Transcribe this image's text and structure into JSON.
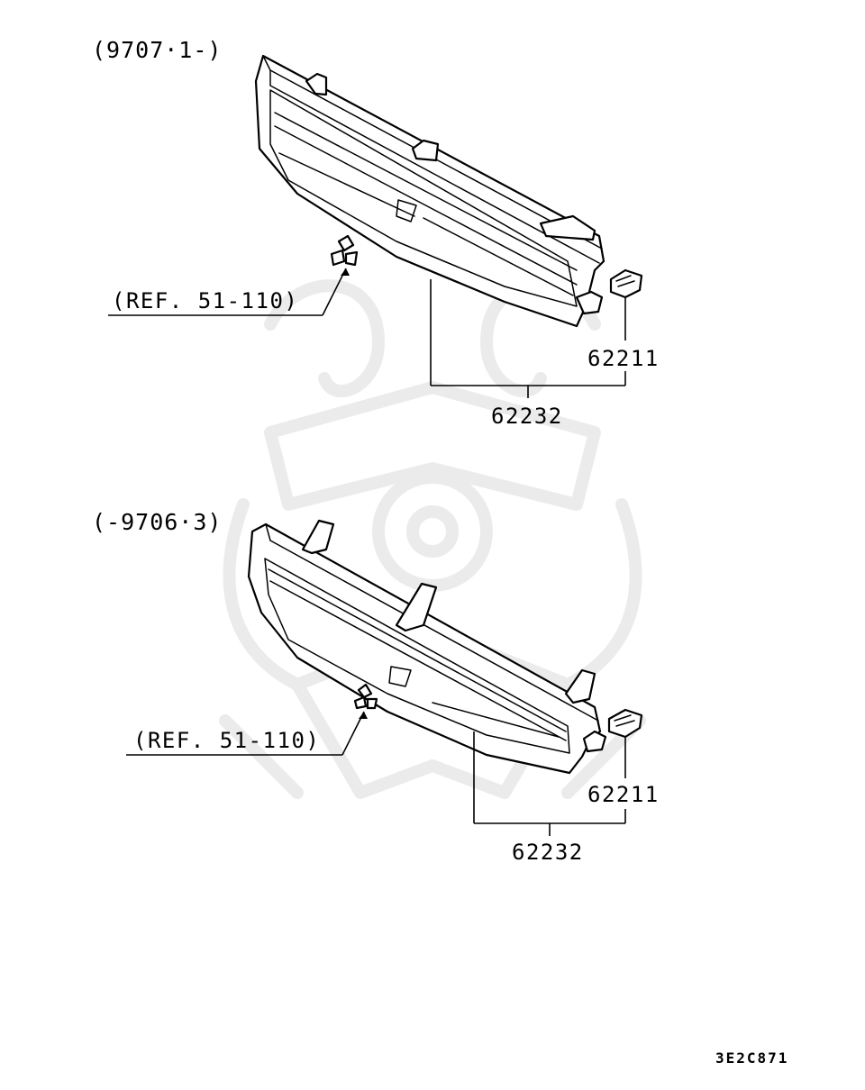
{
  "upper": {
    "date_range": "(9707·1-)",
    "ref_label": "(REF. 51-110)",
    "clip_part": "62211",
    "grille_part": "62232"
  },
  "lower": {
    "date_range": "(-9706·3)",
    "ref_label": "(REF. 51-110)",
    "clip_part": "62211",
    "grille_part": "62232"
  },
  "diagram_code": "3E2C871",
  "watermark_icon": "samurai-helmet-watermark-icon"
}
